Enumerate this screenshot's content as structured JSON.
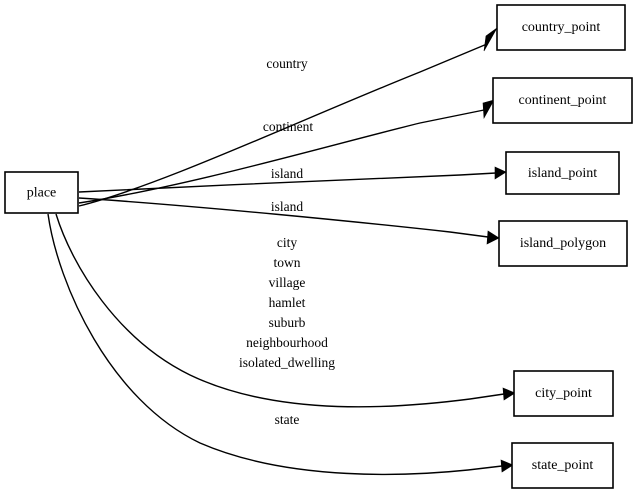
{
  "diagram": {
    "title": "place",
    "background_color": "#ffffff",
    "line_color": "#000000",
    "node_fill": "#ffffff",
    "source_node": {
      "id": "place",
      "label": "place"
    },
    "target_nodes": [
      {
        "id": "country_point",
        "label": "country_point"
      },
      {
        "id": "continent_point",
        "label": "continent_point"
      },
      {
        "id": "island_point",
        "label": "island_point"
      },
      {
        "id": "island_polygon",
        "label": "island_polygon"
      },
      {
        "id": "city_point",
        "label": "city_point"
      },
      {
        "id": "state_point",
        "label": "state_point"
      }
    ],
    "edges": [
      {
        "from": "place",
        "to": "country_point",
        "label": "country"
      },
      {
        "from": "place",
        "to": "continent_point",
        "label": "continent"
      },
      {
        "from": "place",
        "to": "island_point",
        "label": "island"
      },
      {
        "from": "place",
        "to": "island_polygon",
        "label": "island"
      },
      {
        "from": "place",
        "to": "city_point",
        "label_lines": [
          "city",
          "town",
          "village",
          "hamlet",
          "suburb",
          "neighbourhood",
          "isolated_dwelling"
        ]
      },
      {
        "from": "place",
        "to": "state_point",
        "label": "state"
      }
    ],
    "edge_labels": {
      "country": "country",
      "continent": "continent",
      "island_a": "island",
      "island_b": "island",
      "city_line_1": "city",
      "city_line_2": "town",
      "city_line_3": "village",
      "city_line_4": "hamlet",
      "city_line_5": "suburb",
      "city_line_6": "neighbourhood",
      "city_line_7": "isolated_dwelling",
      "state": "state"
    }
  }
}
